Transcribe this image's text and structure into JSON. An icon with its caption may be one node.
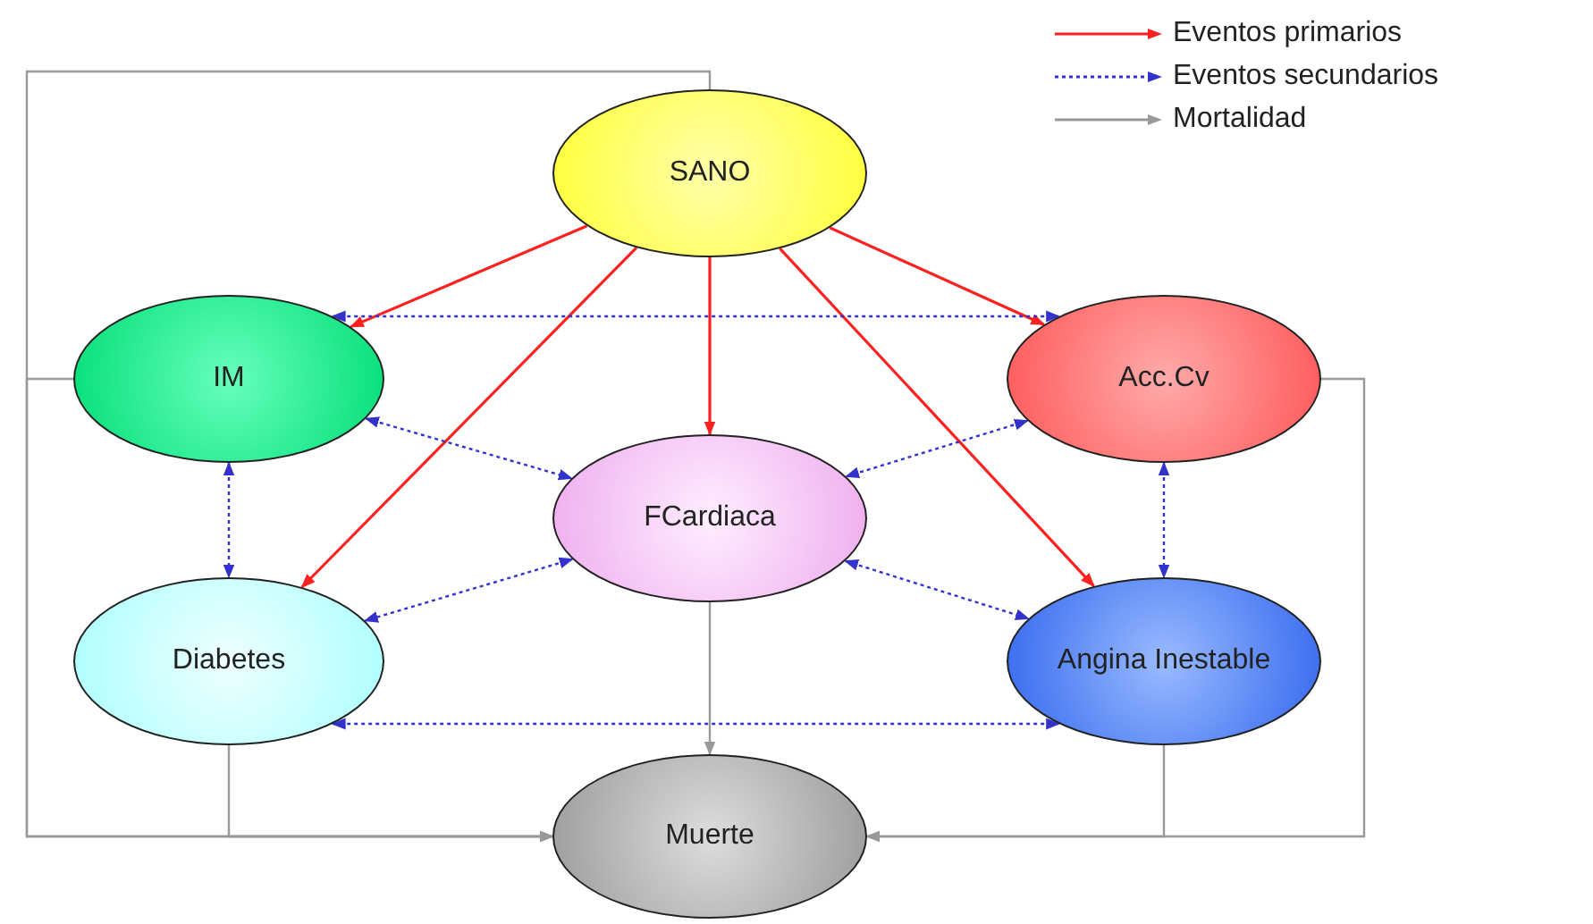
{
  "diagram": {
    "nodes": [
      {
        "text": [
          "SANO"
        ]
      },
      {
        "text": [
          "IM"
        ]
      },
      {
        "text": [
          "Acc.Cv"
        ]
      },
      {
        "text": [
          "FCardiaca"
        ]
      },
      {
        "text": [
          "Diabetes"
        ]
      },
      {
        "text": [
          "Angina Inestable"
        ]
      },
      {
        "text": [
          "Muerte"
        ]
      }
    ],
    "edges": [
      {
        "from": 0,
        "to": 1,
        "arrow": "to",
        "color": "#ff2020"
      },
      {
        "from": 0,
        "to": 2,
        "arrow": "to",
        "color": "#ff2020"
      },
      {
        "from": 0,
        "to": 3,
        "arrow": "to",
        "color": "#ff2020"
      },
      {
        "from": 0,
        "to": 4,
        "arrow": "to",
        "color": "#ff2020"
      },
      {
        "from": 0,
        "to": 5,
        "arrow": "to",
        "color": "#ff2020"
      },
      {
        "from": 1,
        "to": 2,
        "arrow": "both",
        "style": "dashed"
      },
      {
        "from": 1,
        "to": 3,
        "arrow": "both",
        "style": "dashed"
      },
      {
        "from": 2,
        "to": 3,
        "arrow": "both",
        "style": "dashed"
      },
      {
        "from": 1,
        "to": 4,
        "arrow": "both",
        "style": "dashed"
      },
      {
        "from": 2,
        "to": 5,
        "arrow": "both",
        "style": "dashed"
      },
      {
        "from": 3,
        "to": 4,
        "arrow": "both",
        "style": "dashed"
      },
      {
        "from": 3,
        "to": 5,
        "arrow": "both",
        "style": "dashed"
      },
      {
        "from": 4,
        "to": 5,
        "arrow": "both",
        "style": "dashed"
      },
      {
        "from": 0,
        "to": 6,
        "arrow": "to",
        "color": "#999999"
      },
      {
        "from": 1,
        "to": 6,
        "arrow": "to",
        "color": "#999999"
      },
      {
        "from": 2,
        "to": 6,
        "arrow": "to",
        "color": "#999999"
      },
      {
        "from": 3,
        "to": 6,
        "arrow": "to",
        "color": "#999999"
      },
      {
        "from": 4,
        "to": 6,
        "arrow": "to",
        "color": "#999999"
      },
      {
        "from": 5,
        "to": 6,
        "arrow": "to",
        "color": "#999999"
      }
    ],
    "legend": [
      {
        "text": "Eventos primarios"
      },
      {
        "text": "Eventos secundarios"
      },
      {
        "text": "Mortalidad"
      }
    ]
  }
}
